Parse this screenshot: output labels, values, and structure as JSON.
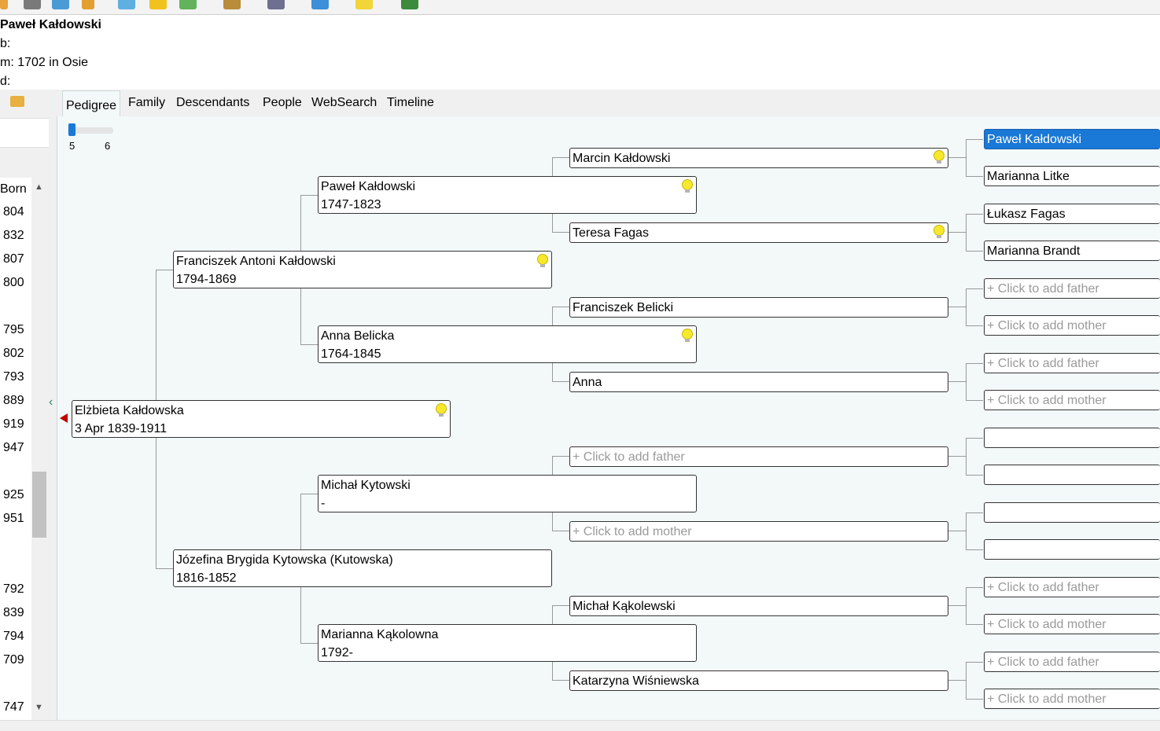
{
  "header": {
    "name": "Paweł Kałdowski",
    "born": "b:",
    "married": "m: 1702 in Osie",
    "died": "d:"
  },
  "tabs": [
    "Pedigree",
    "Family",
    "Descendants",
    "People",
    "WebSearch",
    "Timeline"
  ],
  "generations": {
    "min": "5",
    "max": "6",
    "value": 5
  },
  "left_list": {
    "column": "Born",
    "rows": [
      "804",
      "832",
      "807",
      "800",
      "",
      "795",
      "802",
      "793",
      "889",
      "919",
      "947",
      "",
      "925",
      "951",
      "",
      "",
      "792",
      "839",
      "794",
      "709",
      "",
      "747"
    ]
  },
  "pedigree": {
    "root": {
      "name": "Elżbieta Kałdowska",
      "dates": "3 Apr 1839-1911"
    },
    "father": {
      "name": "Franciszek Antoni Kałdowski",
      "dates": "1794-1869"
    },
    "mother": {
      "name": "Józefina Brygida Kytowska (Kutowska)",
      "dates": "1816-1852"
    },
    "ff": {
      "name": "Paweł Kałdowski",
      "dates": "1747-1823"
    },
    "fm": {
      "name": "Anna Belicka",
      "dates": "1764-1845"
    },
    "mf": {
      "name": "Michał Kytowski",
      "dates": "-"
    },
    "mm": {
      "name": "Marianna Kąkolowna",
      "dates": "1792-"
    },
    "fff": "Marcin Kałdowski",
    "ffm": "Teresa Fagas",
    "fmf": "Franciszek Belicki",
    "fmm": "Anna",
    "mff": "+ Click to add father",
    "mfm": "+ Click to add mother",
    "mmf": "Michał Kąkolewski",
    "mmm": "Katarzyna Wiśniewska",
    "gen5": [
      "Paweł Kałdowski",
      "Marianna Litke",
      "Łukasz Fagas",
      "Marianna Brandt",
      "+ Click to add father",
      "+ Click to add mother",
      "+ Click to add father",
      "+ Click to add mother",
      "",
      "",
      "",
      "",
      "+ Click to add father",
      "+ Click to add mother",
      "+ Click to add father",
      "+ Click to add mother"
    ]
  },
  "colors": {
    "selected": "#1a78d6",
    "bulb": "#f6e82d",
    "arrow": "#c00000"
  }
}
